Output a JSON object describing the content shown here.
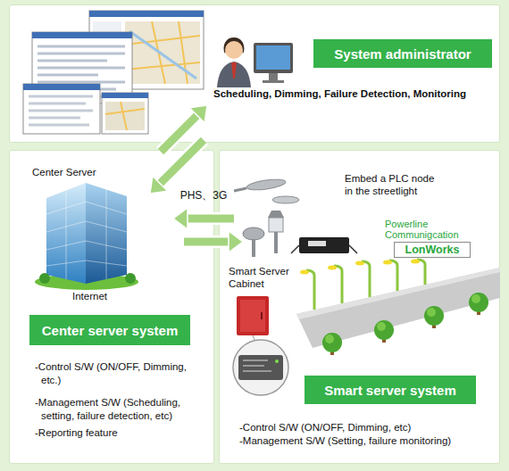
{
  "diagram": {
    "nodes": [
      {
        "text": [
          "Scheduling, Dimming, Failure Detection, Monitoring"
        ]
      },
      {
        "text": [
          "System administrator"
        ],
        "in": 0
      },
      {
        "text": [
          "Center Server",
          "Internet",
          "-Control S/W (ON/OFF, Dimming, etc.)",
          "-Management S/W (Scheduling, setting, failure detection, etc)",
          "-Reporting feature"
        ]
      },
      {
        "text": [
          "Center server system"
        ],
        "in": 2
      },
      {
        "text": [
          "Embed a PLC node in the streetlight",
          "Powerline Communigcation",
          "Smart Server Cabinet",
          "-Control S/W (ON/OFF, Dimming, etc)",
          "-Management S/W (Setting, failure monitoring)"
        ]
      },
      {
        "text": [
          "LonWorks"
        ],
        "in": 4
      },
      {
        "text": [
          "Smart server system"
        ],
        "in": 4
      }
    ],
    "edges": [
      {
        "from": 2,
        "to": 0,
        "arrow": "to"
      },
      {
        "from": 0,
        "to": 2,
        "arrow": "to"
      },
      {
        "from": 4,
        "to": 2,
        "label": "PHS、3G",
        "arrow": "to"
      },
      {
        "from": 2,
        "to": 4,
        "arrow": "to"
      }
    ]
  }
}
